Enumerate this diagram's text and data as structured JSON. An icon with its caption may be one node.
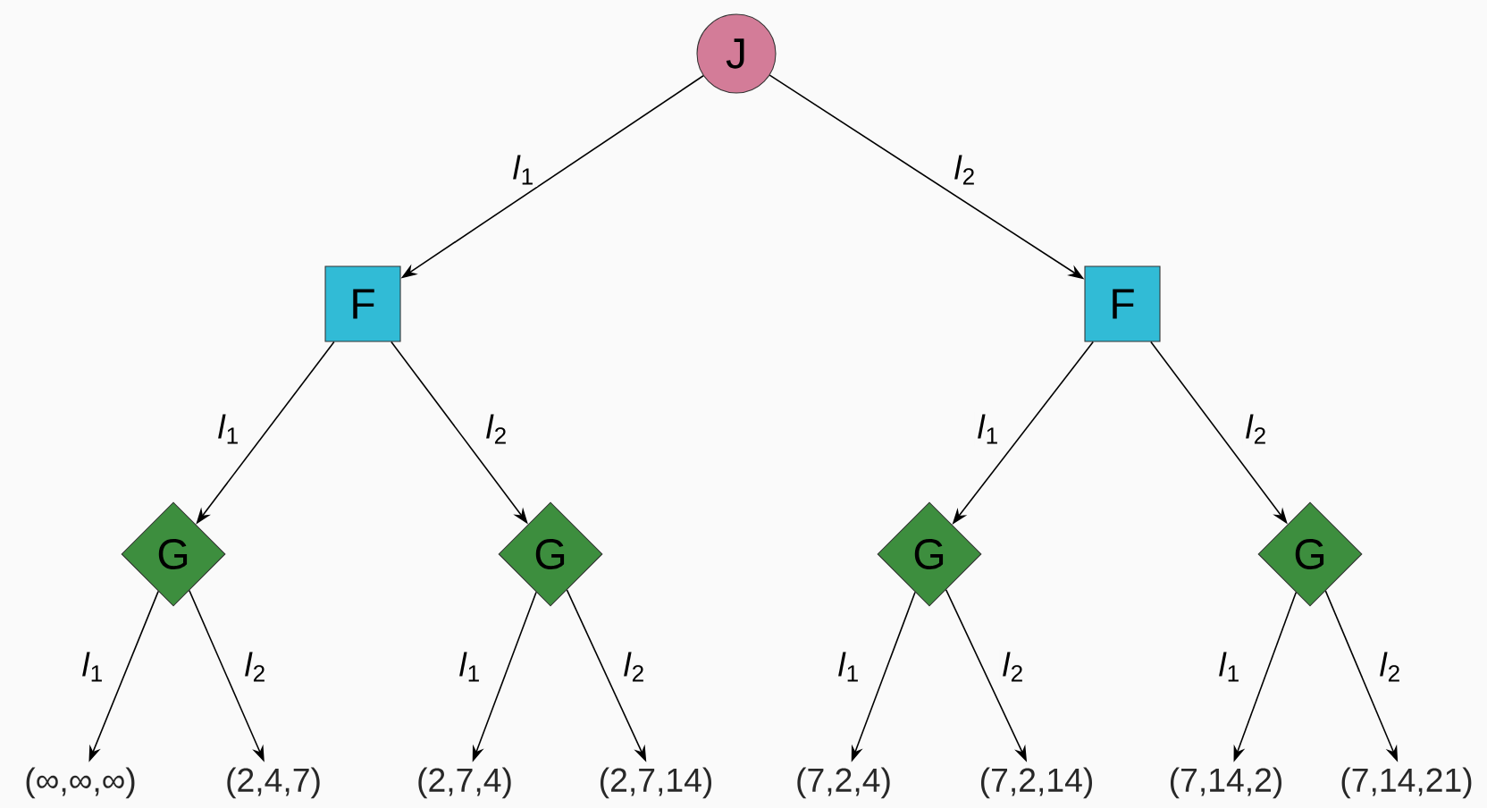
{
  "diagram": {
    "nodes": [
      {
        "text": [
          "J"
        ]
      },
      {
        "text": [
          "F"
        ]
      },
      {
        "text": [
          "F"
        ]
      },
      {
        "text": [
          "G"
        ]
      },
      {
        "text": [
          "G"
        ]
      },
      {
        "text": [
          "G"
        ]
      },
      {
        "text": [
          "G"
        ]
      },
      {
        "text": [
          "(∞,∞,∞)"
        ]
      },
      {
        "text": [
          "(2,4,7)"
        ]
      },
      {
        "text": [
          "(2,7,4)"
        ]
      },
      {
        "text": [
          "(2,7,14)"
        ]
      },
      {
        "text": [
          "(7,2,4)"
        ]
      },
      {
        "text": [
          "(7,2,14)"
        ]
      },
      {
        "text": [
          "(7,14,2)"
        ]
      },
      {
        "text": [
          "(7,14,21)"
        ]
      }
    ],
    "edges": [
      {
        "from": 0,
        "to": 1,
        "arrow": "to",
        "label": "*l*$_{1}$"
      },
      {
        "from": 0,
        "to": 2,
        "arrow": "to",
        "label": "*l*$_{2}$"
      },
      {
        "from": 1,
        "to": 3,
        "arrow": "to",
        "label": "*l*$_{1}$"
      },
      {
        "from": 1,
        "to": 4,
        "arrow": "to",
        "label": "*l*$_{2}$"
      },
      {
        "from": 2,
        "to": 5,
        "arrow": "to",
        "label": "*l*$_{1}$"
      },
      {
        "from": 2,
        "to": 6,
        "arrow": "to",
        "label": "*l*$_{2}$"
      },
      {
        "from": 3,
        "to": 7,
        "arrow": "to",
        "label": "*l*$_{1}$"
      },
      {
        "from": 3,
        "to": 8,
        "arrow": "to",
        "label": "*l*$_{2}$"
      },
      {
        "from": 4,
        "to": 9,
        "arrow": "to",
        "label": "*l*$_{1}$"
      },
      {
        "from": 4,
        "to": 10,
        "arrow": "to",
        "label": "*l*$_{2}$"
      },
      {
        "from": 5,
        "to": 11,
        "arrow": "to",
        "label": "*l*$_{1}$"
      },
      {
        "from": 5,
        "to": 12,
        "arrow": "to",
        "label": "*l*$_{2}$"
      },
      {
        "from": 6,
        "to": 13,
        "arrow": "to",
        "label": "*l*$_{1}$"
      },
      {
        "from": 6,
        "to": 14,
        "arrow": "to",
        "label": "*l*$_{2}$"
      }
    ]
  }
}
